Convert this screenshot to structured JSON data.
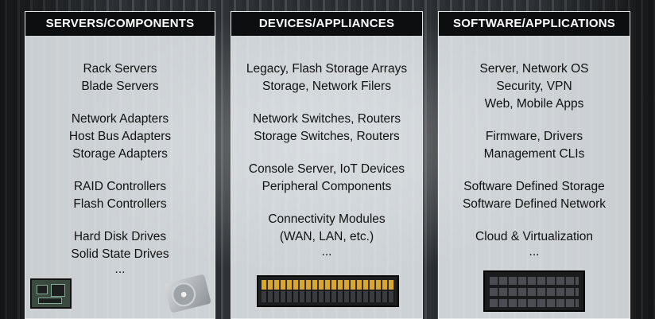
{
  "columns": [
    {
      "title": "SERVERS/COMPONENTS",
      "groups": [
        [
          "Rack Servers",
          "Blade Servers"
        ],
        [
          "Network Adapters",
          "Host Bus Adapters",
          "Storage Adapters"
        ],
        [
          "RAID Controllers",
          "Flash Controllers"
        ],
        [
          "Hard Disk Drives",
          "Solid State Drives"
        ]
      ],
      "ellipsis": "...",
      "images": [
        "circuit-board-image",
        "hard-disk-drive-image"
      ]
    },
    {
      "title": "DEVICES/APPLIANCES",
      "groups": [
        [
          "Legacy, Flash Storage Arrays",
          "Storage, Network Filers"
        ],
        [
          "Network Switches, Routers",
          "Storage Switches, Routers"
        ],
        [
          "Console Server, IoT Devices",
          "Peripheral Components"
        ],
        [
          "Connectivity Modules",
          "(WAN, LAN, etc.)"
        ]
      ],
      "ellipsis": "...",
      "images": [
        "storage-array-image"
      ]
    },
    {
      "title": "SOFTWARE/APPLICATIONS",
      "groups": [
        [
          "Server, Network OS",
          "Security, VPN",
          "Web, Mobile Apps"
        ],
        [
          "Firmware, Drivers",
          "Management CLIs"
        ],
        [
          "Software Defined Storage",
          "Software Defined Network"
        ],
        [
          "Cloud & Virtualization"
        ]
      ],
      "ellipsis": "...",
      "images": [
        "rack-server-image"
      ]
    }
  ],
  "colors": {
    "header_bg": "#0d0e10",
    "header_text": "#ffffff",
    "panel_bg": "#e8ecf0",
    "body_text": "#111111"
  }
}
